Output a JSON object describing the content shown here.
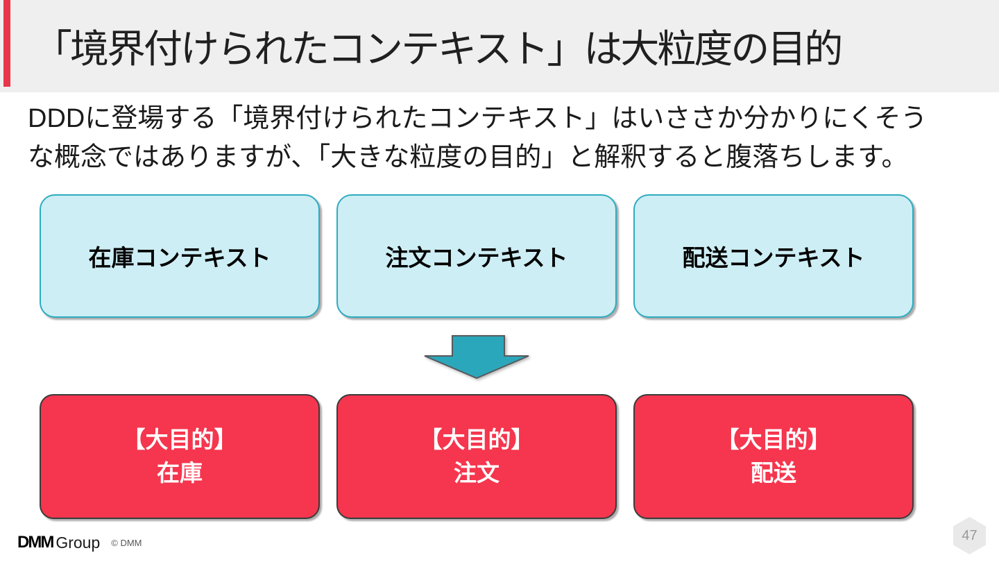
{
  "slide": {
    "title": "「境界付けられたコンテキスト」は大粒度の目的",
    "body_line1": "DDDに登場する「境界付けられたコンテキスト」はいささか分かりにくそう",
    "body_line2": "な概念ではありますが、「大きな粒度の目的」と解釈すると腹落ちします。",
    "page_number": "47"
  },
  "context_boxes": [
    {
      "label": "在庫コンテキスト"
    },
    {
      "label": "注文コンテキスト"
    },
    {
      "label": "配送コンテキスト"
    }
  ],
  "purpose_boxes": [
    {
      "line1": "【大目的】",
      "line2": "在庫"
    },
    {
      "line1": "【大目的】",
      "line2": "注文"
    },
    {
      "line1": "【大目的】",
      "line2": "配送"
    }
  ],
  "icons": {
    "down_arrow": "⬇"
  },
  "footer": {
    "logo_dmm": "DMM",
    "logo_group": "Group",
    "copyright": "© DMM"
  },
  "colors": {
    "header_bg": "#efefef",
    "accent_red": "#e8374a",
    "context_box_fill": "#cdeef4",
    "context_box_border": "#2dabc0",
    "arrow_fill": "#2ba7bc",
    "arrow_border": "#58595b",
    "purpose_box_fill": "#f5364e",
    "purpose_box_border": "#3a3a3a",
    "page_badge_bg": "#e9e9e9",
    "page_number_color": "#9a9a9a"
  }
}
